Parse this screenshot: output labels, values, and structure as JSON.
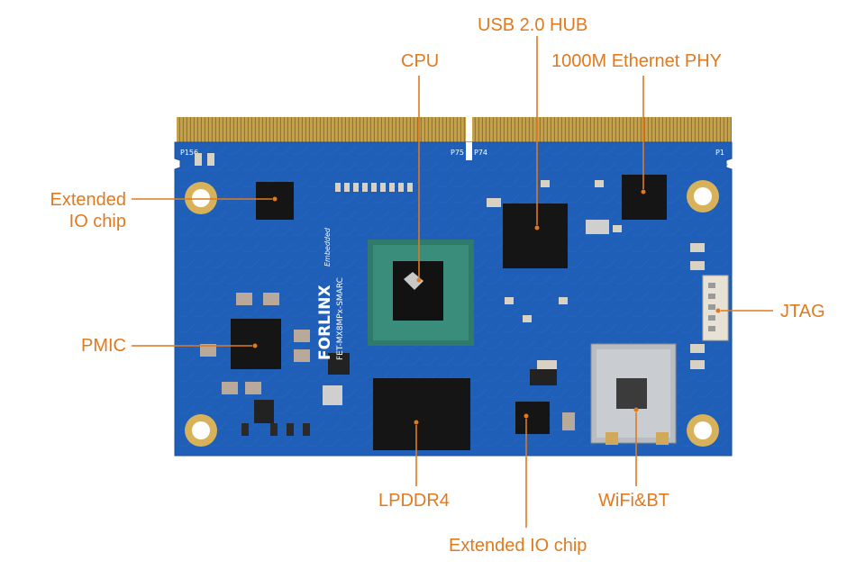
{
  "colors": {
    "accent": "#e07a1f",
    "pcb": "#1f5fb8",
    "chip": "#151515",
    "gold": "#c8a24a",
    "silkscreen": "#ffffff"
  },
  "callouts": {
    "usb_hub": "USB 2.0 HUB",
    "cpu": "CPU",
    "ethernet_phy": "1000M Ethernet PHY",
    "extended_io_left_line1": "Extended",
    "extended_io_left_line2": "IO chip",
    "jtag": "JTAG",
    "pmic": "PMIC",
    "lpddr4": "LPDDR4",
    "wifi_bt": "WiFi&BT",
    "extended_io_bottom": "Extended IO chip"
  },
  "board": {
    "brand": "FORLINX",
    "brand_sub": "Embedded",
    "model": "FET-MX8MPx-SMARC",
    "pin_p156": "P156",
    "pin_p75": "P75",
    "pin_p74": "P74",
    "pin_p1": "P1"
  }
}
